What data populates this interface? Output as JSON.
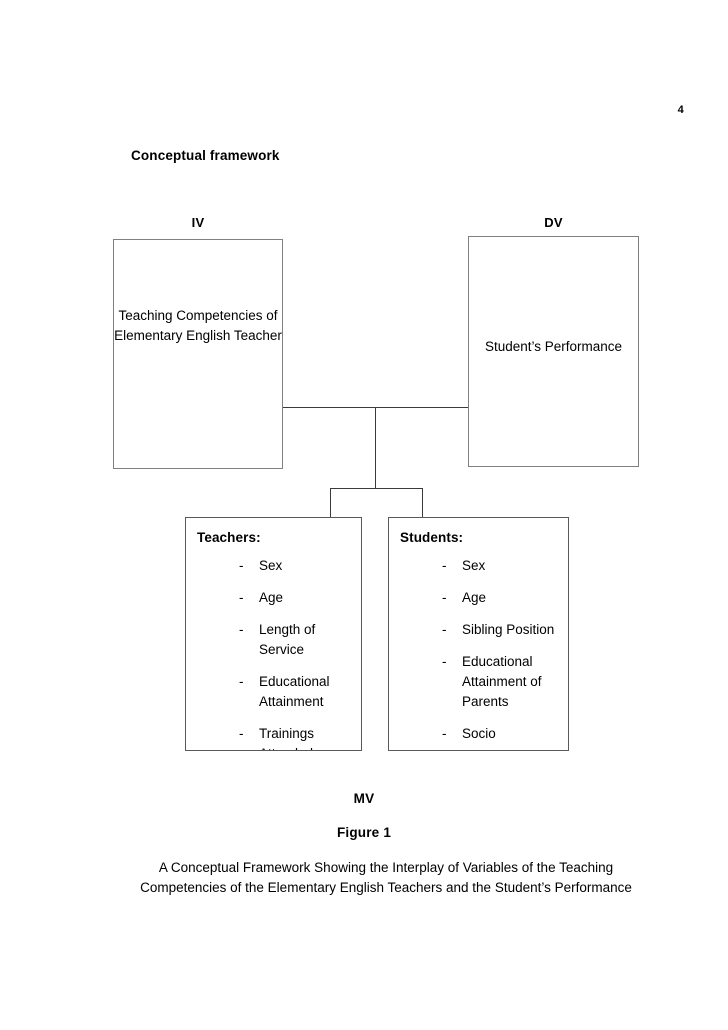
{
  "document": {
    "page_number": "4",
    "section_heading": "Conceptual framework"
  },
  "diagram": {
    "labels": {
      "iv": "IV",
      "dv": "DV",
      "mv": "MV"
    },
    "boxes": {
      "independent_variable": {
        "text": "Teaching Competencies of Elementary English Teacher"
      },
      "dependent_variable": {
        "text": "Student’s Performance"
      },
      "teachers": {
        "title": "Teachers:",
        "bullet": "-",
        "items": [
          "Sex",
          "Age",
          "Length of Service",
          "Educational Attainment",
          "Trainings Attended"
        ]
      },
      "students": {
        "title": "Students:",
        "bullet": "-",
        "items": [
          "Sex",
          "Age",
          "Sibling Position",
          "Educational Attainment of Parents",
          "Socio"
        ]
      }
    }
  },
  "caption": {
    "figure_label": "Figure 1",
    "text": "A Conceptual Framework Showing the Interplay of Variables of the Teaching Competencies of the Elementary English Teachers and the Student’s Performance"
  }
}
